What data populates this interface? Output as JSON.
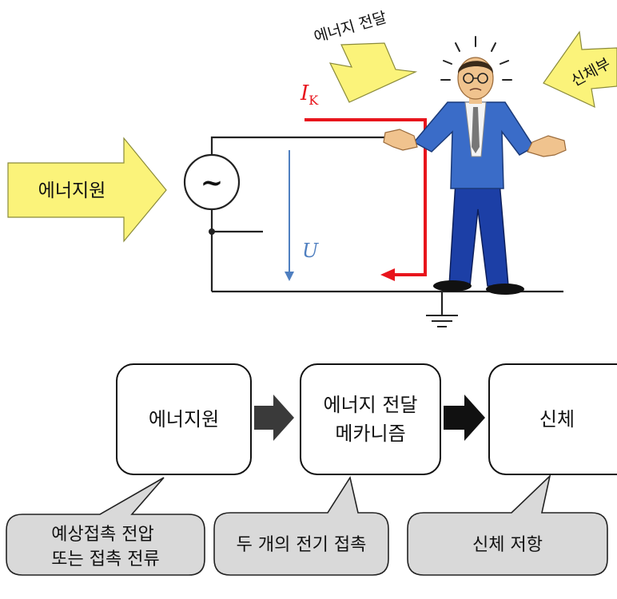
{
  "top": {
    "energy_transfer_label": "에너지 전달",
    "body_label_partial": "신체부",
    "current_symbol": "I",
    "current_subscript": "K",
    "voltage_symbol": "U",
    "source_symbol": "~",
    "energy_source_arrow_label": "에너지원"
  },
  "flow": {
    "boxes": [
      {
        "lines": [
          "에너지원"
        ]
      },
      {
        "lines": [
          "에너지 전달",
          "메카니즘"
        ]
      },
      {
        "lines": [
          "신체"
        ]
      }
    ],
    "callouts": [
      {
        "lines": [
          "예상접촉 전압",
          "또는 접촉 전류"
        ]
      },
      {
        "lines": [
          "두 개의 전기 접촉"
        ]
      },
      {
        "lines": [
          "신체 저항"
        ]
      }
    ]
  },
  "colors": {
    "arrow_fill": "#fbf37a",
    "current_red": "#e8141c",
    "voltage_blue": "#4f7fc0",
    "jacket_blue": "#3a6cc8",
    "trousers_blue": "#1c3fa6",
    "callout_gray": "#d9d9d9"
  }
}
